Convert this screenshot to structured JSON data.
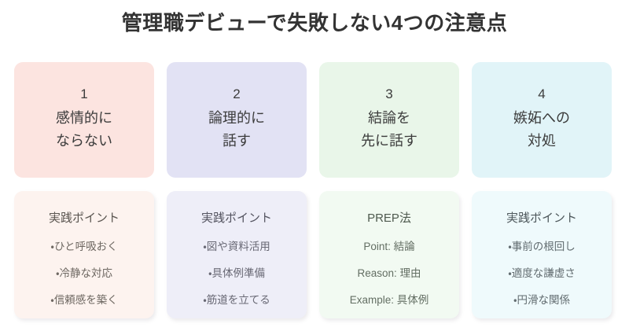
{
  "title": "管理職デビューで失敗しない4つの注意点",
  "theme": {
    "background": "#ffffff",
    "title_color": "#333333",
    "top_card_text_color": "#3c3c3c"
  },
  "cards": [
    {
      "number": "1",
      "headline_lines": [
        "感情的に",
        "ならない"
      ],
      "top_bg": "#fce4e0",
      "bottom_bg": "#fdf3ef",
      "sub_title": "実践ポイント",
      "sub_title_color": "#5a5550",
      "item_color": "#6e6862",
      "items": [
        "・ひと呼吸おく",
        "・冷静な対応",
        "・信頼感を築く"
      ]
    },
    {
      "number": "2",
      "headline_lines": [
        "論理的に",
        "話す"
      ],
      "top_bg": "#e2e2f4",
      "bottom_bg": "#eeeef8",
      "sub_title": "実践ポイント",
      "sub_title_color": "#545460",
      "item_color": "#686874",
      "items": [
        "・図や資料活用",
        "・具体例準備",
        "・筋道を立てる"
      ]
    },
    {
      "number": "3",
      "headline_lines": [
        "結論を",
        "先に話す"
      ],
      "top_bg": "#e9f6e9",
      "bottom_bg": "#f2faf2",
      "sub_title": "PREP法",
      "sub_title_color": "#4f5a4f",
      "item_color": "#636e63",
      "items": [
        "Point: 結論",
        "Reason: 理由",
        "Example: 具体例"
      ]
    },
    {
      "number": "4",
      "headline_lines": [
        "嫉妬への",
        "対処"
      ],
      "top_bg": "#e1f4f8",
      "bottom_bg": "#effafc",
      "sub_title": "実践ポイント",
      "sub_title_color": "#4e585c",
      "item_color": "#626c70",
      "items": [
        "・事前の根回し",
        "・適度な謙虚さ",
        "・円滑な関係"
      ]
    }
  ]
}
